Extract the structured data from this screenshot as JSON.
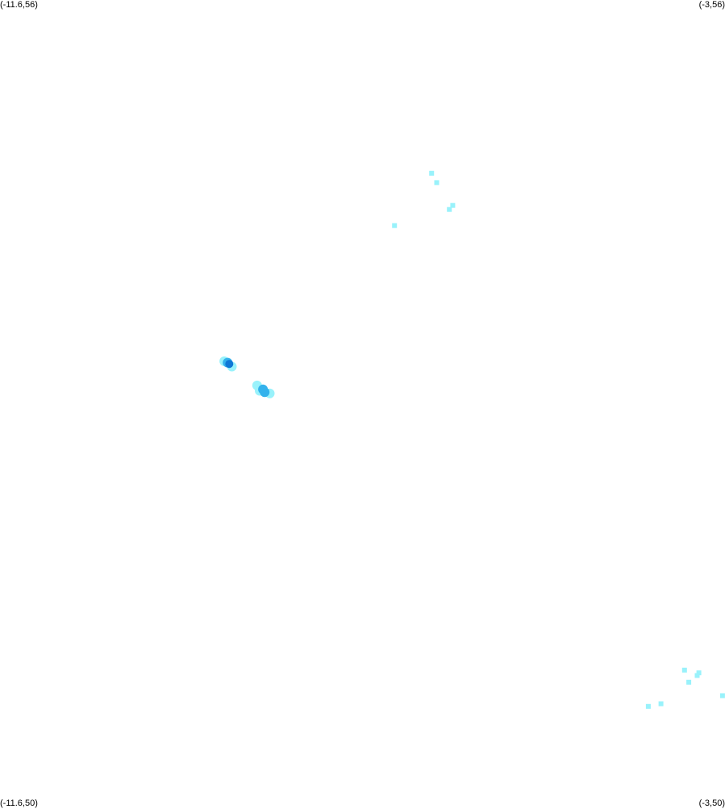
{
  "corners": {
    "top_left": "(-11.6,56)",
    "top_right": "(-3,56)",
    "bottom_left": "(-11.6,50)",
    "bottom_right": "(-3,50)"
  },
  "extent": {
    "lon_min": -11.6,
    "lon_max": -3,
    "lat_min": 50,
    "lat_max": 56
  },
  "colors": {
    "background": "#ffffff",
    "light": "#99f2fb",
    "medium": "#33b2ec",
    "dark": "#0f78d6"
  },
  "points": [
    {
      "lon": -6.48,
      "lat": 54.71,
      "level": "light"
    },
    {
      "lon": -6.42,
      "lat": 54.64,
      "level": "light"
    },
    {
      "lon": -6.23,
      "lat": 54.47,
      "level": "light"
    },
    {
      "lon": -6.27,
      "lat": 54.44,
      "level": "light"
    },
    {
      "lon": -6.92,
      "lat": 54.32,
      "level": "light"
    },
    {
      "lon": -8.94,
      "lat": 53.31,
      "level": "light"
    },
    {
      "lon": -8.85,
      "lat": 53.27,
      "level": "light"
    },
    {
      "lon": -8.9,
      "lat": 53.3,
      "level": "medium"
    },
    {
      "lon": -8.88,
      "lat": 53.29,
      "level": "dark"
    },
    {
      "lon": -8.55,
      "lat": 53.13,
      "level": "light"
    },
    {
      "lon": -8.52,
      "lat": 53.09,
      "level": "light"
    },
    {
      "lon": -8.4,
      "lat": 53.07,
      "level": "light"
    },
    {
      "lon": -8.48,
      "lat": 53.1,
      "level": "medium"
    },
    {
      "lon": -8.46,
      "lat": 53.08,
      "level": "medium"
    },
    {
      "lon": -3.48,
      "lat": 51.01,
      "level": "light"
    },
    {
      "lon": -3.43,
      "lat": 50.92,
      "level": "light"
    },
    {
      "lon": -3.31,
      "lat": 50.99,
      "level": "light"
    },
    {
      "lon": -3.33,
      "lat": 50.97,
      "level": "light"
    },
    {
      "lon": -3.03,
      "lat": 50.82,
      "level": "light"
    },
    {
      "lon": -3.76,
      "lat": 50.76,
      "level": "light"
    },
    {
      "lon": -3.91,
      "lat": 50.74,
      "level": "light"
    }
  ]
}
